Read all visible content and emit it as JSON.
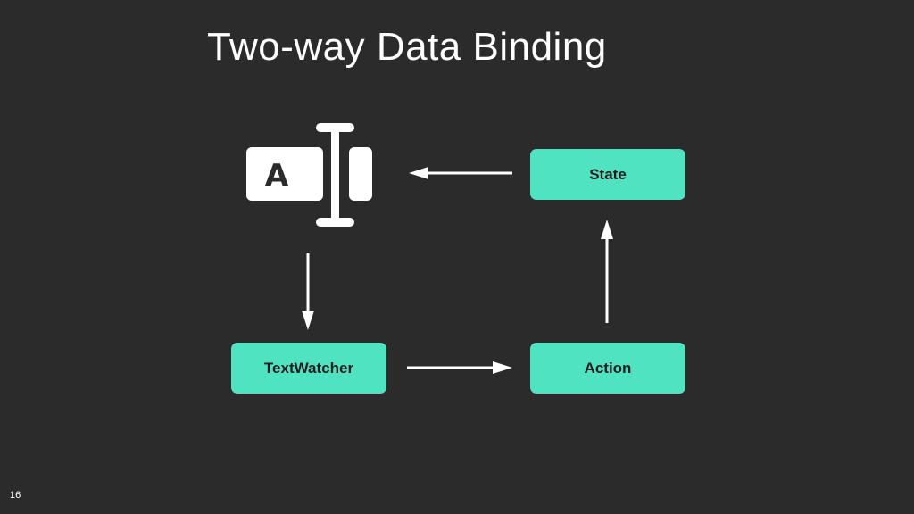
{
  "slide": {
    "title": "Two-way Data Binding",
    "page_number": "16"
  },
  "colors": {
    "background": "#2b2b2b",
    "node_fill": "#50e3c2",
    "node_text": "#1d1d1d",
    "arrow": "#ffffff",
    "icon": "#ffffff"
  },
  "diagram": {
    "icon": {
      "name": "text-field-icon",
      "letter": "A"
    },
    "nodes": {
      "state": "State",
      "action": "Action",
      "textwatcher": "TextWatcher"
    },
    "edges": [
      {
        "from": "State",
        "to": "text-field-icon"
      },
      {
        "from": "text-field-icon",
        "to": "TextWatcher"
      },
      {
        "from": "TextWatcher",
        "to": "Action"
      },
      {
        "from": "Action",
        "to": "State"
      }
    ]
  }
}
